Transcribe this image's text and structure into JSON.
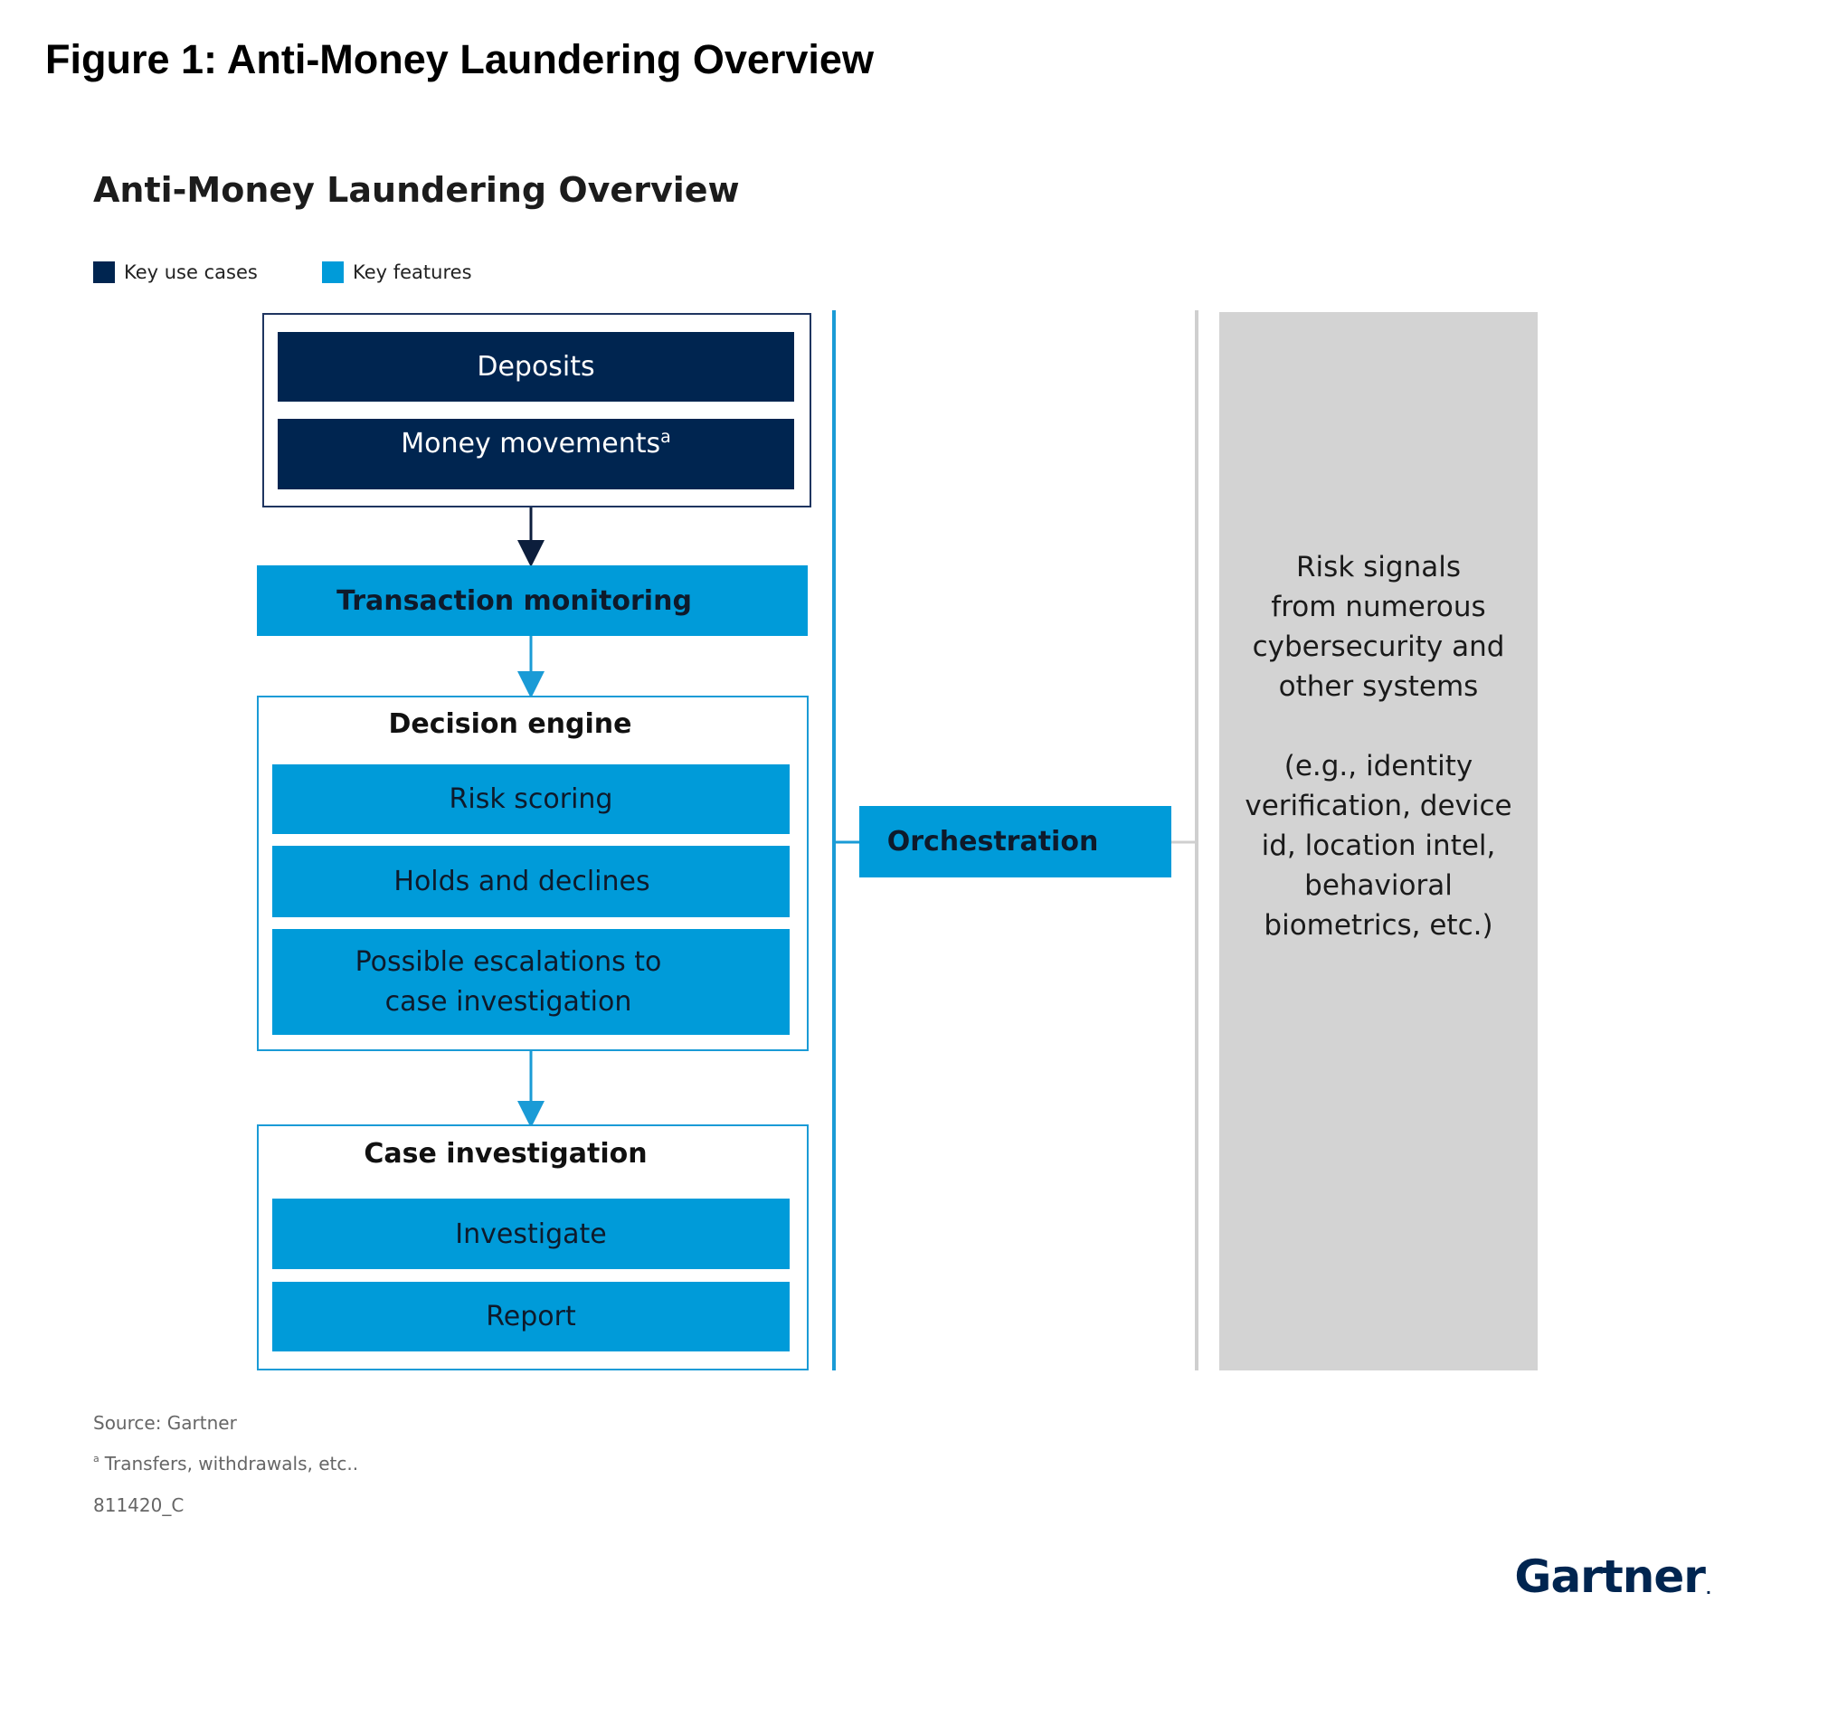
{
  "figure_title": "Figure 1: Anti-Money Laundering Overview",
  "diagram_title": "Anti-Money Laundering Overview",
  "legend": [
    {
      "label": "Key use cases",
      "color": "#002550"
    },
    {
      "label": "Key features",
      "color": "#009bd9"
    }
  ],
  "use_cases": {
    "deposits": "Deposits",
    "money_movements": "Money movements",
    "money_movements_marker": "a"
  },
  "transaction_monitoring": "Transaction monitoring",
  "decision_engine": {
    "heading": "Decision engine",
    "items": [
      "Risk scoring",
      "Holds and declines",
      "Possible escalations  to\ncase investigation"
    ]
  },
  "case_investigation": {
    "heading": "Case investigation",
    "items": [
      "Investigate",
      "Report"
    ]
  },
  "orchestration": "Orchestration",
  "risk_signals": {
    "line1": "Risk signals\nfrom numerous\ncybersecurity and\nother systems",
    "line2": "(e.g., identity\nverification, device\nid, location intel,\nbehavioral\nbiometrics, etc.)"
  },
  "footnotes": {
    "source": "Source: Gartner",
    "marker": "a",
    "note": "Transfers, withdrawals, etc..",
    "id": "811420_C"
  },
  "brand": {
    "name": "Gartner",
    "mark": "."
  },
  "colors": {
    "dark_navy": "#002550",
    "key_blue": "#009bd9",
    "panel_gray": "#d3d3d3"
  }
}
